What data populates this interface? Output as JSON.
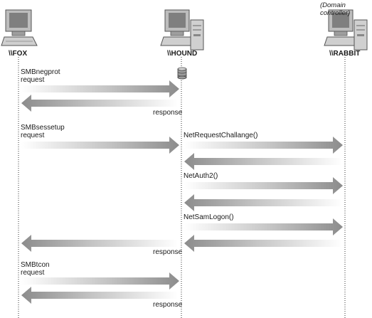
{
  "diagram": {
    "note": "(Domain controller)",
    "hosts": {
      "fox": "\\\\FOX",
      "hound": "\\\\HOUND",
      "rabbit": "\\\\RABBIT"
    },
    "messages": {
      "negprot_request": "SMBnegprot\nrequest",
      "negprot_response": "response",
      "sessetup_request": "SMBsessetup\nrequest",
      "net_request_challange": "NetRequestChallange()",
      "net_auth2": "NetAuth2()",
      "net_sam_logon": "NetSamLogon()",
      "sessetup_response": "response",
      "tcon_request": "SMBtcon\nrequest",
      "tcon_response": "response"
    },
    "colors": {
      "arrow_shade": "#9a9a9a",
      "lifeline": "#333333",
      "monitor_body": "#bdbdbd",
      "screen": "#7f7f7f"
    }
  }
}
